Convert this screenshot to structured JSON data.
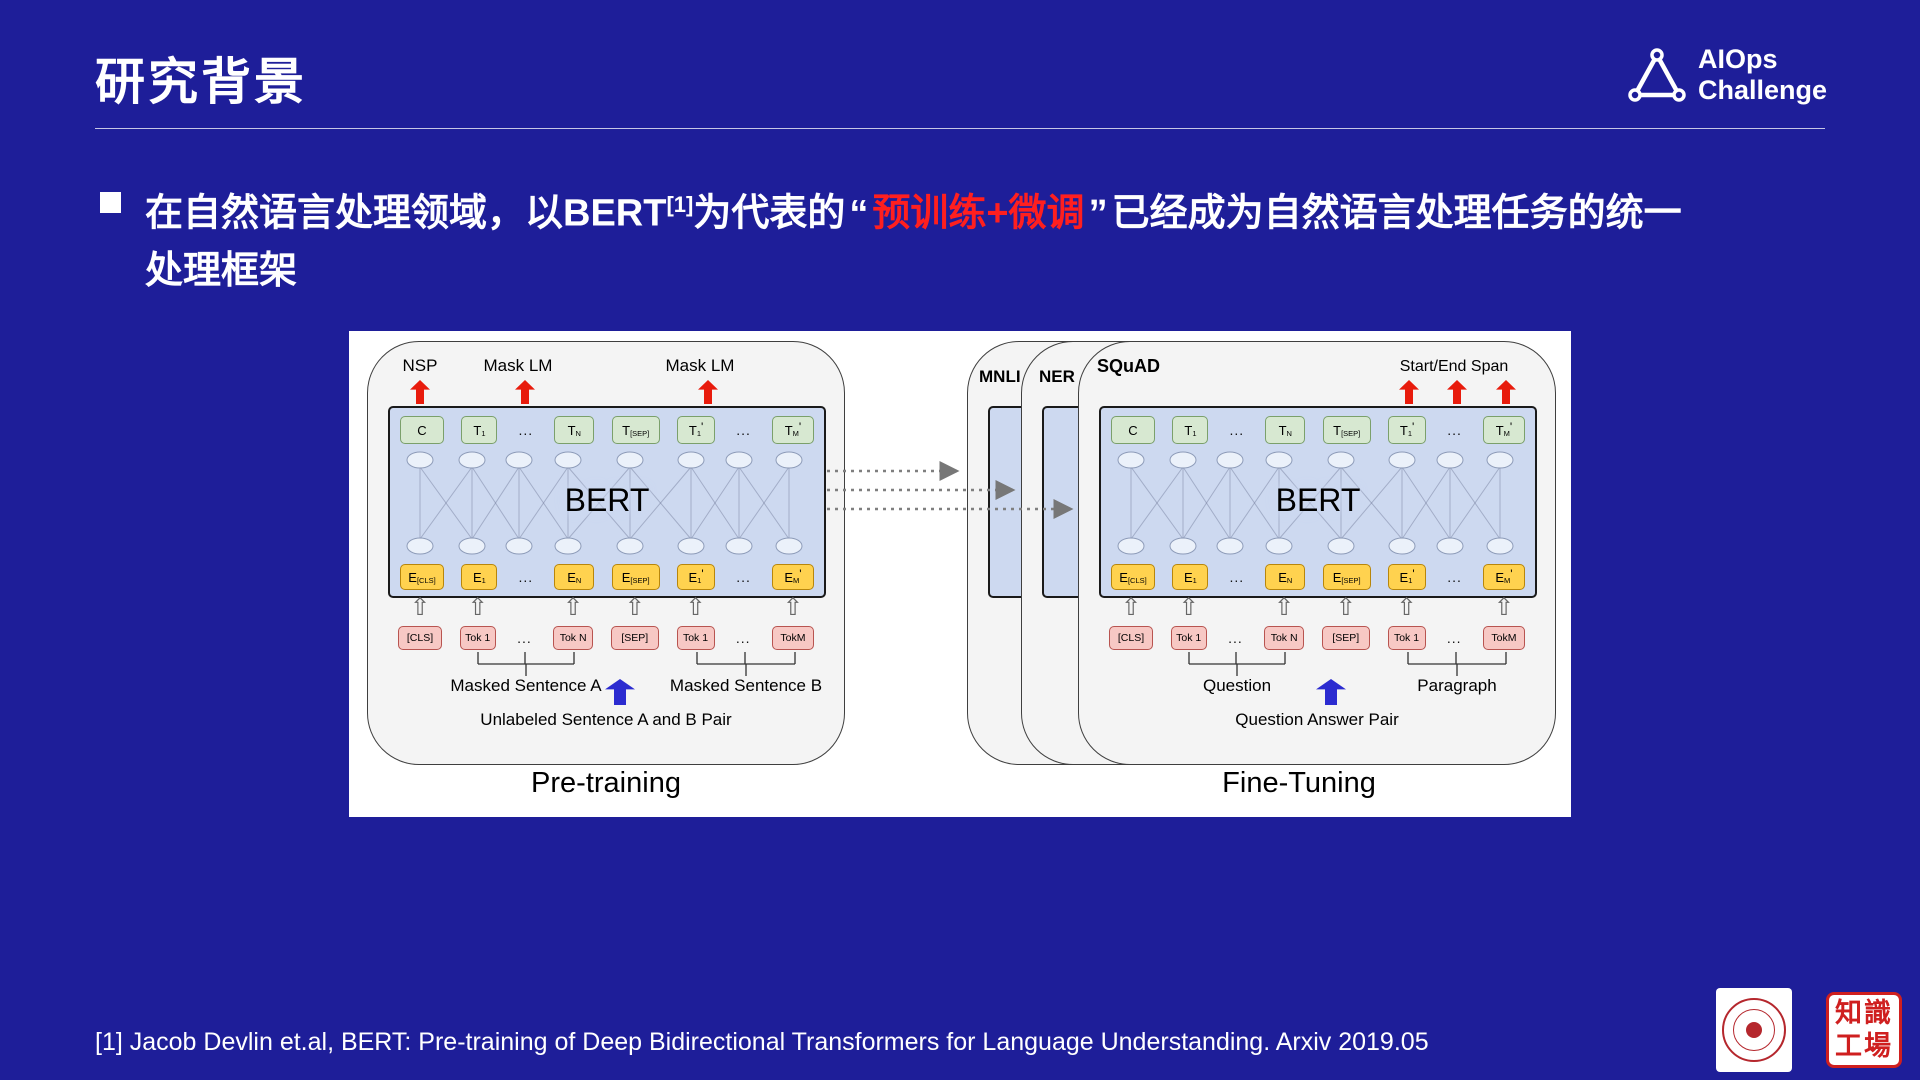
{
  "header": {
    "title": "研究背景",
    "logo": {
      "line1": "AIOps",
      "line2": "Challenge"
    }
  },
  "bullet": {
    "part1": "在自然语言处理领域，以BERT",
    "sup": "[1]",
    "part2": "为代表的",
    "quote_open": "“",
    "highlight": "预训练+微调",
    "quote_close": "”",
    "part3": "已经成为自然语言处理任务的统一",
    "line2": "处理框架"
  },
  "diagram": {
    "pretraining": {
      "caption": "Pre-training",
      "label_nsp": "NSP",
      "label_mask1": "Mask LM",
      "label_mask2": "Mask LM",
      "bert": "BERT",
      "sentence_a": "Masked Sentence A",
      "sentence_b": "Masked Sentence B",
      "pair": "Unlabeled Sentence A and B Pair"
    },
    "finetuning": {
      "caption": "Fine-Tuning",
      "card1": "MNLI",
      "card2": "NER",
      "card3": "SQuAD",
      "span_label": "Start/End Span",
      "bert": "BERT",
      "question": "Question",
      "paragraph": "Paragraph",
      "pair": "Question Answer Pair"
    },
    "rows": {
      "top": [
        {
          "main": "C"
        },
        {
          "main": "T",
          "sub": "1"
        },
        {
          "dots": "..."
        },
        {
          "main": "T",
          "sub": "N"
        },
        {
          "main": "T",
          "sub": "[SEP]"
        },
        {
          "main": "T",
          "sub": "1",
          "prime": "'"
        },
        {
          "dots": "..."
        },
        {
          "main": "T",
          "sub": "M",
          "prime": "'"
        }
      ],
      "emb": [
        {
          "main": "E",
          "sub": "[CLS]"
        },
        {
          "main": "E",
          "sub": "1"
        },
        {
          "dots": "..."
        },
        {
          "main": "E",
          "sub": "N"
        },
        {
          "main": "E",
          "sub": "[SEP]"
        },
        {
          "main": "E",
          "sub": "1",
          "prime": "'"
        },
        {
          "dots": "..."
        },
        {
          "main": "E",
          "sub": "M",
          "prime": "'"
        }
      ],
      "input": [
        {
          "main": "[CLS]"
        },
        {
          "main": "Tok 1"
        },
        {
          "dots": "..."
        },
        {
          "main": "Tok N"
        },
        {
          "main": "[SEP]"
        },
        {
          "main": "Tok 1"
        },
        {
          "dots": "..."
        },
        {
          "main": "TokM"
        }
      ]
    }
  },
  "footnote": "[1] Jacob Devlin et.al, BERT: Pre-training of Deep Bidirectional Transformers for Language Understanding. Arxiv 2019.05",
  "seals": {
    "knowledge_works": {
      "line1": "知識",
      "line2": "工場"
    }
  },
  "colors": {
    "background": "#1e1e99",
    "highlight_red": "#ff1f1f",
    "box_green": "#d7e8d1",
    "box_yellow": "#ffd24f",
    "box_pink": "#f7c8c4",
    "bert_blue": "#cdd9f0"
  }
}
